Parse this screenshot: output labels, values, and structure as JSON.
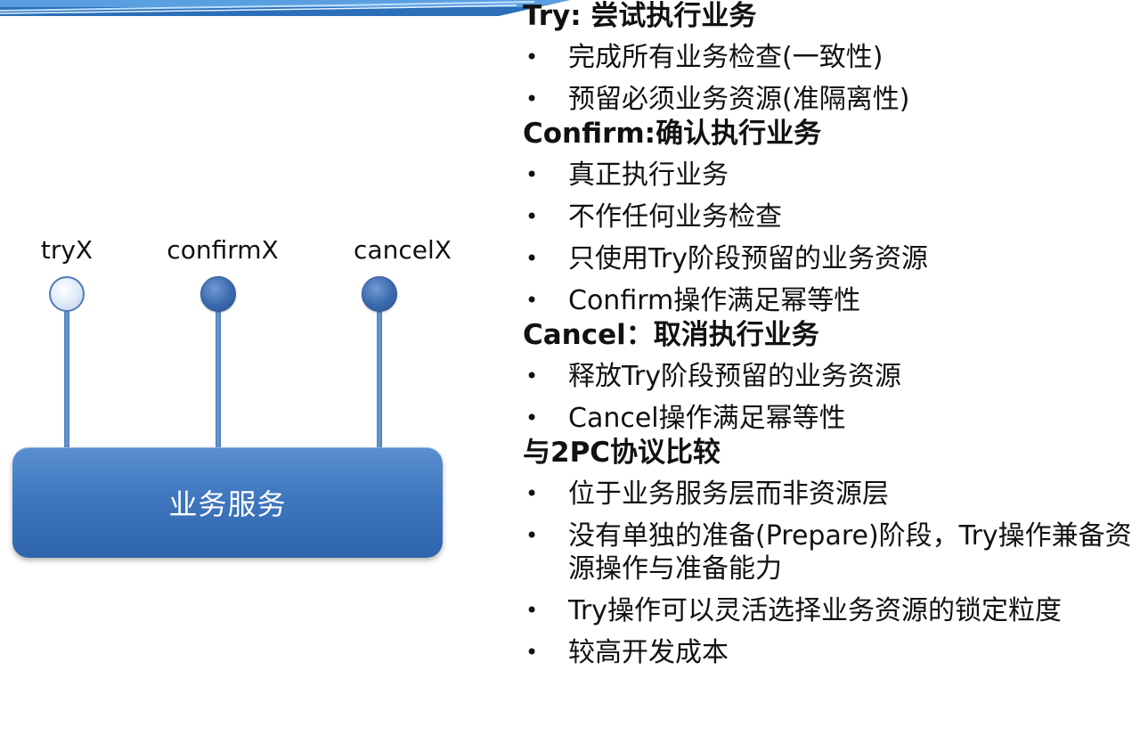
{
  "diagram": {
    "operations": [
      {
        "label": "tryX",
        "state": "hollow"
      },
      {
        "label": "confirmX",
        "state": "filled"
      },
      {
        "label": "cancelX",
        "state": "filled"
      }
    ],
    "service_label": "业务服务"
  },
  "sections": [
    {
      "heading": "Try: 尝试执行业务",
      "items": [
        "完成所有业务检查(一致性)",
        "预留必须业务资源(准隔离性)"
      ]
    },
    {
      "heading": "Confirm:确认执行业务",
      "items": [
        "真正执行业务",
        "不作任何业务检查",
        "只使用Try阶段预留的业务资源",
        "Confirm操作满足幂等性"
      ]
    },
    {
      "heading": "Cancel：取消执行业务",
      "items": [
        "释放Try阶段预留的业务资源",
        "Cancel操作满足幂等性"
      ]
    },
    {
      "heading": "与2PC协议比较",
      "items": [
        "位于业务服务层而非资源层",
        "没有单独的准备(Prepare)阶段，Try操作兼备资源操作与准备能力",
        "Try操作可以灵活选择业务资源的锁定粒度",
        "较高开发成本"
      ]
    }
  ],
  "bullet_symbol": "•",
  "colors": {
    "accent_blue": "#3f77bf",
    "node_fill": "#3a69ad",
    "node_hollow": "#dce8f7",
    "text": "#111111"
  }
}
